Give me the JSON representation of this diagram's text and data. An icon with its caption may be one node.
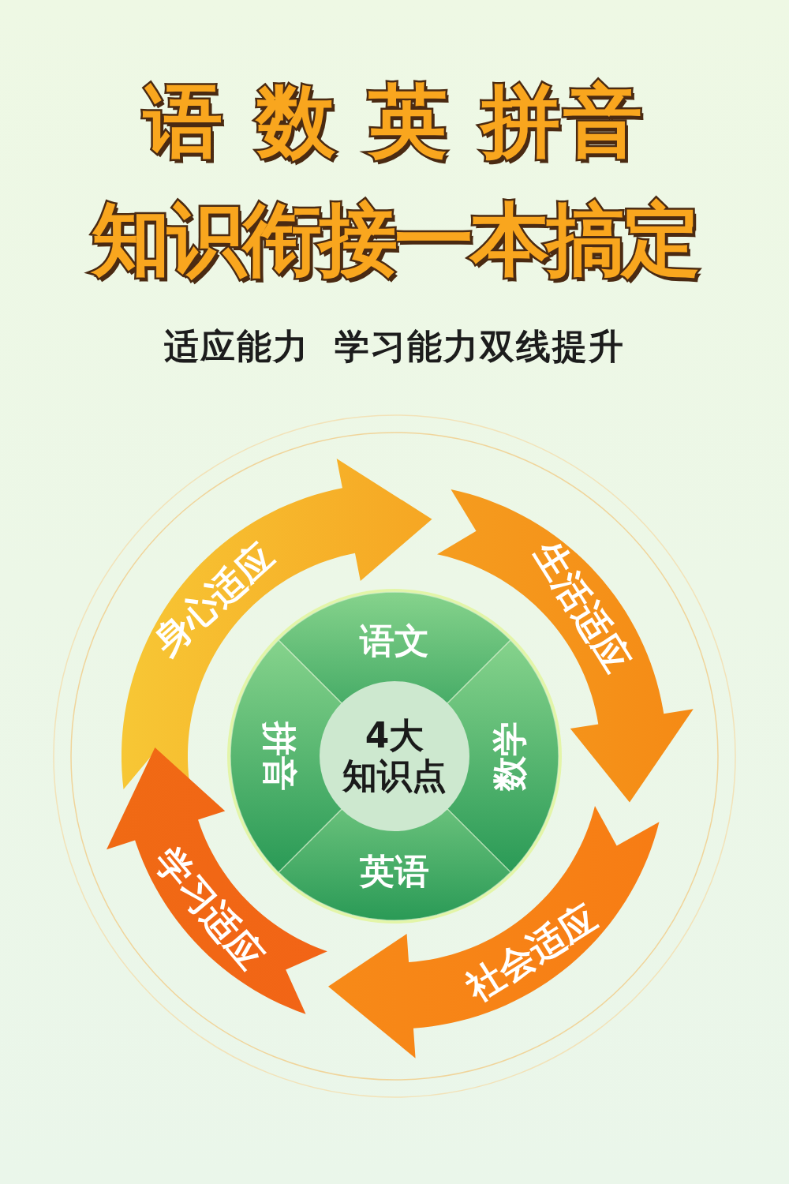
{
  "diagram": {
    "title": "语 数 英 拼音",
    "nodes": [
      {
        "text": [
          "身心适应"
        ]
      },
      {
        "text": [
          "生活适应"
        ]
      },
      {
        "text": [
          "社会适应"
        ]
      },
      {
        "text": [
          "学习适应"
        ]
      },
      {
        "text": [
          "语文"
        ]
      },
      {
        "text": [
          "数学"
        ]
      },
      {
        "text": [
          "英语"
        ]
      },
      {
        "text": [
          "拼音"
        ]
      },
      {
        "text": [
          "4大",
          "知识点"
        ]
      }
    ],
    "labels": [
      "知识衔接一本搞定",
      "适应能力 学习能力双线提升"
    ]
  }
}
